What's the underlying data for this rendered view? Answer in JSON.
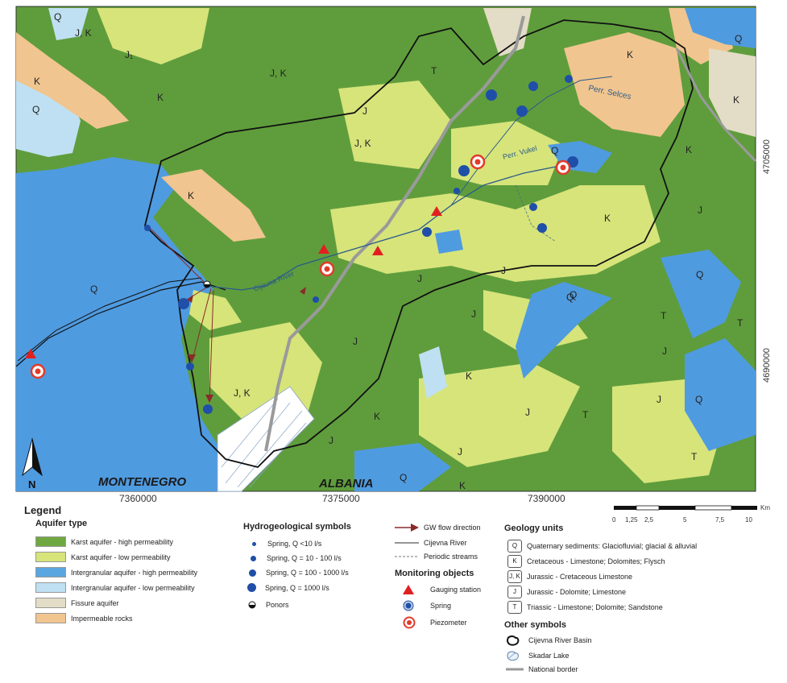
{
  "map": {
    "country_labels": {
      "montenegro": "MONTENEGRO",
      "albania": "ALBANIA"
    },
    "north_label": "N",
    "x_ticks": [
      "7360000",
      "7375000",
      "7390000"
    ],
    "y_ticks": [
      "4705000",
      "4690000"
    ],
    "river_labels": {
      "cijevna": "Cijevna River",
      "perr_selces": "Perr. Selces",
      "perr_vukel": "Perr. Vukel"
    },
    "unit_labels": [
      {
        "id": "q1",
        "text": "Q"
      },
      {
        "id": "jk1",
        "text": "J, K"
      },
      {
        "id": "j1",
        "text": "J₁"
      },
      {
        "id": "jk2",
        "text": "J, K"
      },
      {
        "id": "k1",
        "text": "K"
      },
      {
        "id": "q2",
        "text": "Q"
      },
      {
        "id": "k2",
        "text": "K"
      },
      {
        "id": "t1",
        "text": "T"
      },
      {
        "id": "k3",
        "text": "K"
      },
      {
        "id": "q3",
        "text": "Q"
      },
      {
        "id": "k4",
        "text": "K"
      },
      {
        "id": "j2",
        "text": "J"
      },
      {
        "id": "jk3",
        "text": "J, K"
      },
      {
        "id": "q4",
        "text": "Q"
      },
      {
        "id": "k5",
        "text": "K"
      },
      {
        "id": "k6",
        "text": "K"
      },
      {
        "id": "k7",
        "text": "K"
      },
      {
        "id": "q5",
        "text": "Q"
      },
      {
        "id": "j3",
        "text": "J"
      },
      {
        "id": "j4",
        "text": "J"
      },
      {
        "id": "j5",
        "text": "J"
      },
      {
        "id": "q6",
        "text": "Q"
      },
      {
        "id": "q7",
        "text": "Q"
      },
      {
        "id": "t2",
        "text": "T"
      },
      {
        "id": "t3",
        "text": "T"
      },
      {
        "id": "j6",
        "text": "J"
      },
      {
        "id": "j7",
        "text": "J"
      },
      {
        "id": "jk4",
        "text": "J, K"
      },
      {
        "id": "j8",
        "text": "J"
      },
      {
        "id": "k8",
        "text": "K"
      },
      {
        "id": "k9",
        "text": "K"
      },
      {
        "id": "j9",
        "text": "J"
      },
      {
        "id": "j10",
        "text": "J"
      },
      {
        "id": "q8",
        "text": "Q"
      },
      {
        "id": "t4",
        "text": "T"
      },
      {
        "id": "j11",
        "text": "J"
      },
      {
        "id": "q9",
        "text": "Q"
      },
      {
        "id": "t5",
        "text": "T"
      },
      {
        "id": "j12",
        "text": "J"
      },
      {
        "id": "q10",
        "text": "Q"
      },
      {
        "id": "k10",
        "text": "K"
      }
    ]
  },
  "scale_bar": {
    "labels": [
      "0",
      "1,25",
      "2,5",
      "5",
      "7,5",
      "10"
    ],
    "unit": "Km"
  },
  "legend": {
    "title": "Legend",
    "aquifer": {
      "heading": "Aquifer type",
      "items": [
        {
          "label": "Karst aquifer - high permeability",
          "color": "#6fa840"
        },
        {
          "label": "Karst aquifer - low permeability",
          "color": "#d6e47a"
        },
        {
          "label": "Intergranular aquifer - high permeability",
          "color": "#5aa6e0"
        },
        {
          "label": "Intergranular aquifer - low permeability",
          "color": "#bfe0f2"
        },
        {
          "label": "Fissure aquifer",
          "color": "#e3dcc6"
        },
        {
          "label": "Impermeable rocks",
          "color": "#f1c58f"
        }
      ]
    },
    "hydro": {
      "heading": "Hydrogeological symbols",
      "items": [
        {
          "label": "Spring, Q <10 l/s",
          "size": 5
        },
        {
          "label": "Spring, Q = 10 - 100 l/s",
          "size": 7
        },
        {
          "label": "Spring, Q = 100 - 1000 l/s",
          "size": 9
        },
        {
          "label": "Spring, Q = 1000 l/s",
          "size": 11
        }
      ],
      "ponors": "Ponors"
    },
    "lines": {
      "gw_flow": "GW flow direction",
      "river": "Cijevna River",
      "periodic": "Periodic streams"
    },
    "monitoring": {
      "heading": "Monitoring objects",
      "gauging": "Gauging station",
      "spring": "Spring",
      "piezometer": "Piezometer"
    },
    "geology": {
      "heading": "Geology units",
      "items": [
        {
          "code": "Q",
          "label": "Quaternary sediments: Glaciofluvial; glacial & alluvial"
        },
        {
          "code": "K",
          "label": "Cretaceous - Limestone; Dolomites; Flysch"
        },
        {
          "code": "J, K",
          "label": "Jurassic - Cretaceous Limestone"
        },
        {
          "code": "J",
          "label": "Jurassic - Dolomite; Limestone"
        },
        {
          "code": "T",
          "label": "Triassic - Limestone; Dolomite; Sandstone"
        }
      ]
    },
    "other": {
      "heading": "Other symbols",
      "basin": "Cijevna River Basin",
      "lake": "Skadar Lake",
      "border": "National border"
    }
  }
}
